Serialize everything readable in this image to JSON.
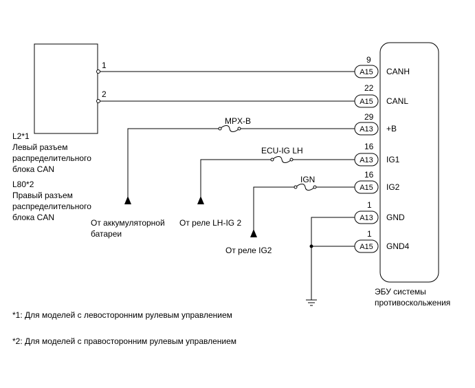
{
  "left_connector": {
    "pins": [
      "1",
      "2"
    ],
    "labels": [
      "L2*1",
      "Левый разъем",
      "распределительного",
      "блока CAN",
      "L80*2",
      "Правый разъем",
      "распределительного",
      "блока CAN"
    ]
  },
  "ecu": {
    "labels": [
      "ЭБУ системы",
      "противоскольжения"
    ],
    "terminals": [
      {
        "pin": "9",
        "connector": "A15",
        "name": "CANH"
      },
      {
        "pin": "22",
        "connector": "A15",
        "name": "CANL"
      },
      {
        "pin": "29",
        "connector": "A13",
        "name": "+B"
      },
      {
        "pin": "16",
        "connector": "A13",
        "name": "IG1"
      },
      {
        "pin": "16",
        "connector": "A15",
        "name": "IG2"
      },
      {
        "pin": "1",
        "connector": "A13",
        "name": "GND"
      },
      {
        "pin": "1",
        "connector": "A15",
        "name": "GND4"
      }
    ]
  },
  "fuses": {
    "mpx_b": "MPX-B",
    "ecu_ig_lh": "ECU-IG LH",
    "ign": "IGN"
  },
  "sources": {
    "battery": [
      "От аккумуляторной",
      "батареи"
    ],
    "lh_ig2": "От реле LH-IG 2",
    "ig2": "От реле IG2"
  },
  "footnotes": [
    "*1: Для моделей с левосторонним рулевым управлением",
    "*2: Для моделей с правосторонним рулевым управлением"
  ]
}
